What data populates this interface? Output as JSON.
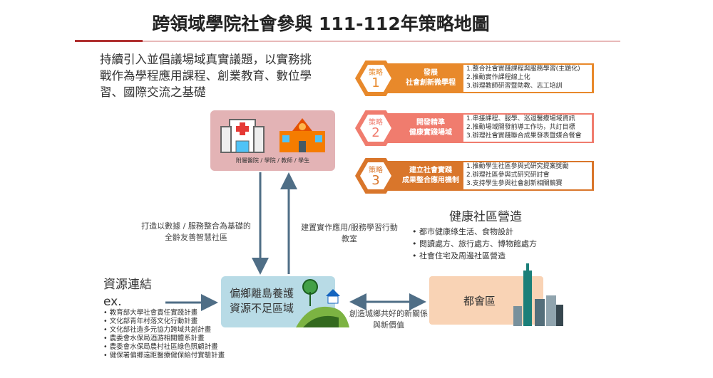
{
  "title": "跨領域學院社會參與  111-112年策略地圖",
  "intro": "持續引入並倡議場域真實議題，以實務挑戰作為學程應用課程、創業教育、數位學習、國際交流之基礎",
  "strategies": [
    {
      "tag": "策略",
      "num": "1",
      "name1": "發展",
      "name2": "社會創新微學程",
      "color": "#e8892b",
      "items": [
        "1.整合社會實踐課程與服務學習(主題化)",
        "2.推動實作課程線上化",
        "3.辦理教師研習暨助教、志工培訓"
      ]
    },
    {
      "tag": "策略",
      "num": "2",
      "name1": "開發精準",
      "name2": "健康實踐場域",
      "color": "#f07c6e",
      "items": [
        "1.串接課程、服學、巡迴醫療場域資訊",
        "2.推動場域開發前導工作坊，共訂目標",
        "3.辦理社會實踐聯合成果發表暨媒合餐會"
      ]
    },
    {
      "tag": "策略",
      "num": "3",
      "name1": "建立社會實踐",
      "name2": "成果整合應用機制",
      "color": "#d9762b",
      "items": [
        "1.推動學生社區參與式研究提案獎勵",
        "2.辦理社區參與式研究研討會",
        "3.支持學生參與社會創新相關競賽"
      ]
    }
  ],
  "stakeholders": "附屬醫院 / 學院 / 教師 / 學生",
  "down_label": "打造以數據 / 服務整合為基礎的全齡友善智慧社區",
  "up_label": "建置實作應用/服務學習行動教室",
  "health": {
    "title": "健康社區營造",
    "items": [
      "都市健康綠生活、食物設計",
      "閱讀處方、旅行處方、博物館處方",
      "社會住宅及周邊社區營造"
    ]
  },
  "resources": {
    "title": "資源連結",
    "ex": "ex.",
    "items": [
      "教育部大學社會責任實踐計畫",
      "文化部青年村落文化行動計畫",
      "文化部社造多元協力跨域共創計畫",
      "農委會水保局酒游相關體系計畫",
      "農委會水保局農村社區綠色照顧計畫",
      "健保署偏鄉遠距醫療健保給付實驗計畫"
    ]
  },
  "rural": {
    "line1": "偏鄉離島養護",
    "line2": "資源不足區域"
  },
  "urban": "都會區",
  "link_label": "創造城鄉共好的新關係與新價值"
}
